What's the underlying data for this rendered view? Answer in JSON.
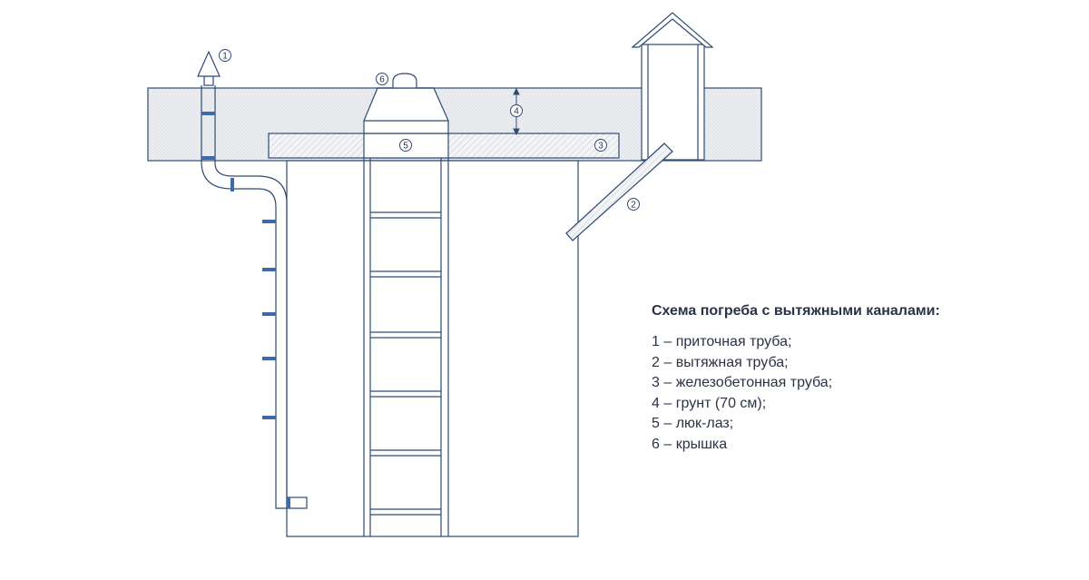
{
  "legend": {
    "title": "Схема погреба с вытяжными каналами:",
    "items": [
      "1 – приточная труба;",
      "2 – вытяжная труба;",
      "3 – железобетонная труба;",
      "4 – грунт (70 см);",
      "5 – люк-лаз;",
      "6 – крышка"
    ]
  },
  "callouts": {
    "n1": "1",
    "n2": "2",
    "n3": "3",
    "n4": "4",
    "n5": "5",
    "n6": "6"
  },
  "colors": {
    "line": "#2f4a73",
    "pipe_joint": "#3d6aa8",
    "soil_fill": "#eceef1",
    "text": "#2a3346"
  }
}
